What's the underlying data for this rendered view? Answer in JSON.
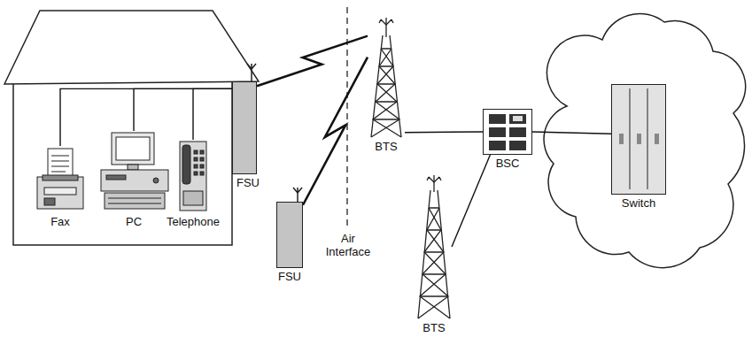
{
  "diagram": {
    "nodes": [
      {
        "text": [
          "Fax"
        ]
      },
      {
        "text": [
          "PC"
        ]
      },
      {
        "text": [
          "Telephone"
        ]
      },
      {
        "text": [
          "FSU"
        ]
      },
      {
        "text": [
          "FSU"
        ]
      },
      {
        "text": [
          "BTS"
        ]
      },
      {
        "text": [
          "BSC"
        ]
      },
      {
        "text": [
          "BTS"
        ]
      },
      {
        "text": [
          "Switch"
        ]
      }
    ],
    "edges": [
      {
        "from": 0,
        "to": 3,
        "arrow": "none"
      },
      {
        "from": 1,
        "to": 3,
        "arrow": "none"
      },
      {
        "from": 2,
        "to": 3,
        "arrow": "none"
      },
      {
        "from": 3,
        "to": 5,
        "arrow": "none"
      },
      {
        "from": 4,
        "to": 5,
        "arrow": "none"
      },
      {
        "from": 5,
        "to": 6,
        "arrow": "none"
      },
      {
        "from": 7,
        "to": 6,
        "arrow": "none"
      },
      {
        "from": 6,
        "to": 8,
        "arrow": "none"
      }
    ],
    "labels": [
      "Air Interface"
    ]
  }
}
